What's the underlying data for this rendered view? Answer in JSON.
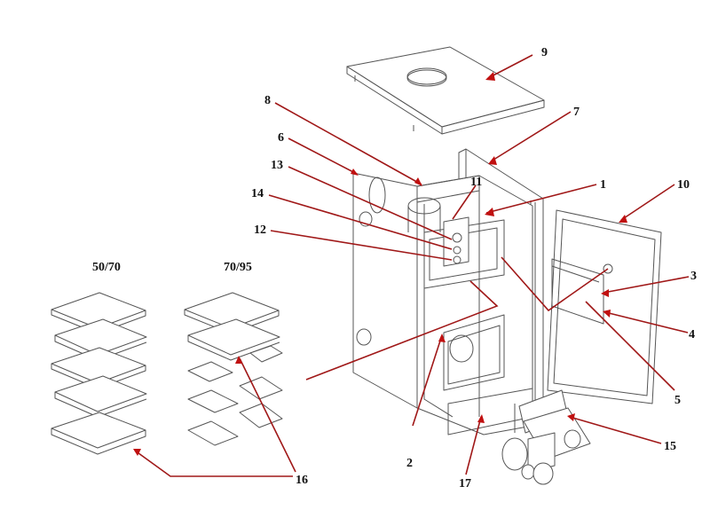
{
  "title": "Exploded parts diagram",
  "colors": {
    "line_art": "#555555",
    "leader_line": "#a01818",
    "arrowhead": "#c01010",
    "label_text": "#111111",
    "background": "#ffffff"
  },
  "variants": [
    {
      "id": "v1",
      "label": "50/70"
    },
    {
      "id": "v2",
      "label": "70/95"
    }
  ],
  "callouts": [
    {
      "id": "c1",
      "number": "1",
      "target": "main body side panel"
    },
    {
      "id": "c2",
      "number": "2",
      "target": "front frame edge"
    },
    {
      "id": "c3",
      "number": "3",
      "target": "door latch bracket top"
    },
    {
      "id": "c4",
      "number": "4",
      "target": "door latch bracket bottom"
    },
    {
      "id": "c5",
      "number": "5",
      "target": "door handle rod"
    },
    {
      "id": "c6",
      "number": "6",
      "target": "rear panel with hatch"
    },
    {
      "id": "c7",
      "number": "7",
      "target": "side frame"
    },
    {
      "id": "c8",
      "number": "8",
      "target": "flue collar"
    },
    {
      "id": "c9",
      "number": "9",
      "target": "top cover"
    },
    {
      "id": "c10",
      "number": "10",
      "target": "door"
    },
    {
      "id": "c11",
      "number": "11",
      "target": "control block"
    },
    {
      "id": "c12",
      "number": "12",
      "target": "control fitting lower"
    },
    {
      "id": "c13",
      "number": "13",
      "target": "control fitting upper"
    },
    {
      "id": "c14",
      "number": "14",
      "target": "control fitting middle"
    },
    {
      "id": "c15",
      "number": "15",
      "target": "burner unit"
    },
    {
      "id": "c16",
      "number": "16",
      "target": "baffle plates"
    },
    {
      "id": "c17",
      "number": "17",
      "target": "base plate"
    }
  ]
}
